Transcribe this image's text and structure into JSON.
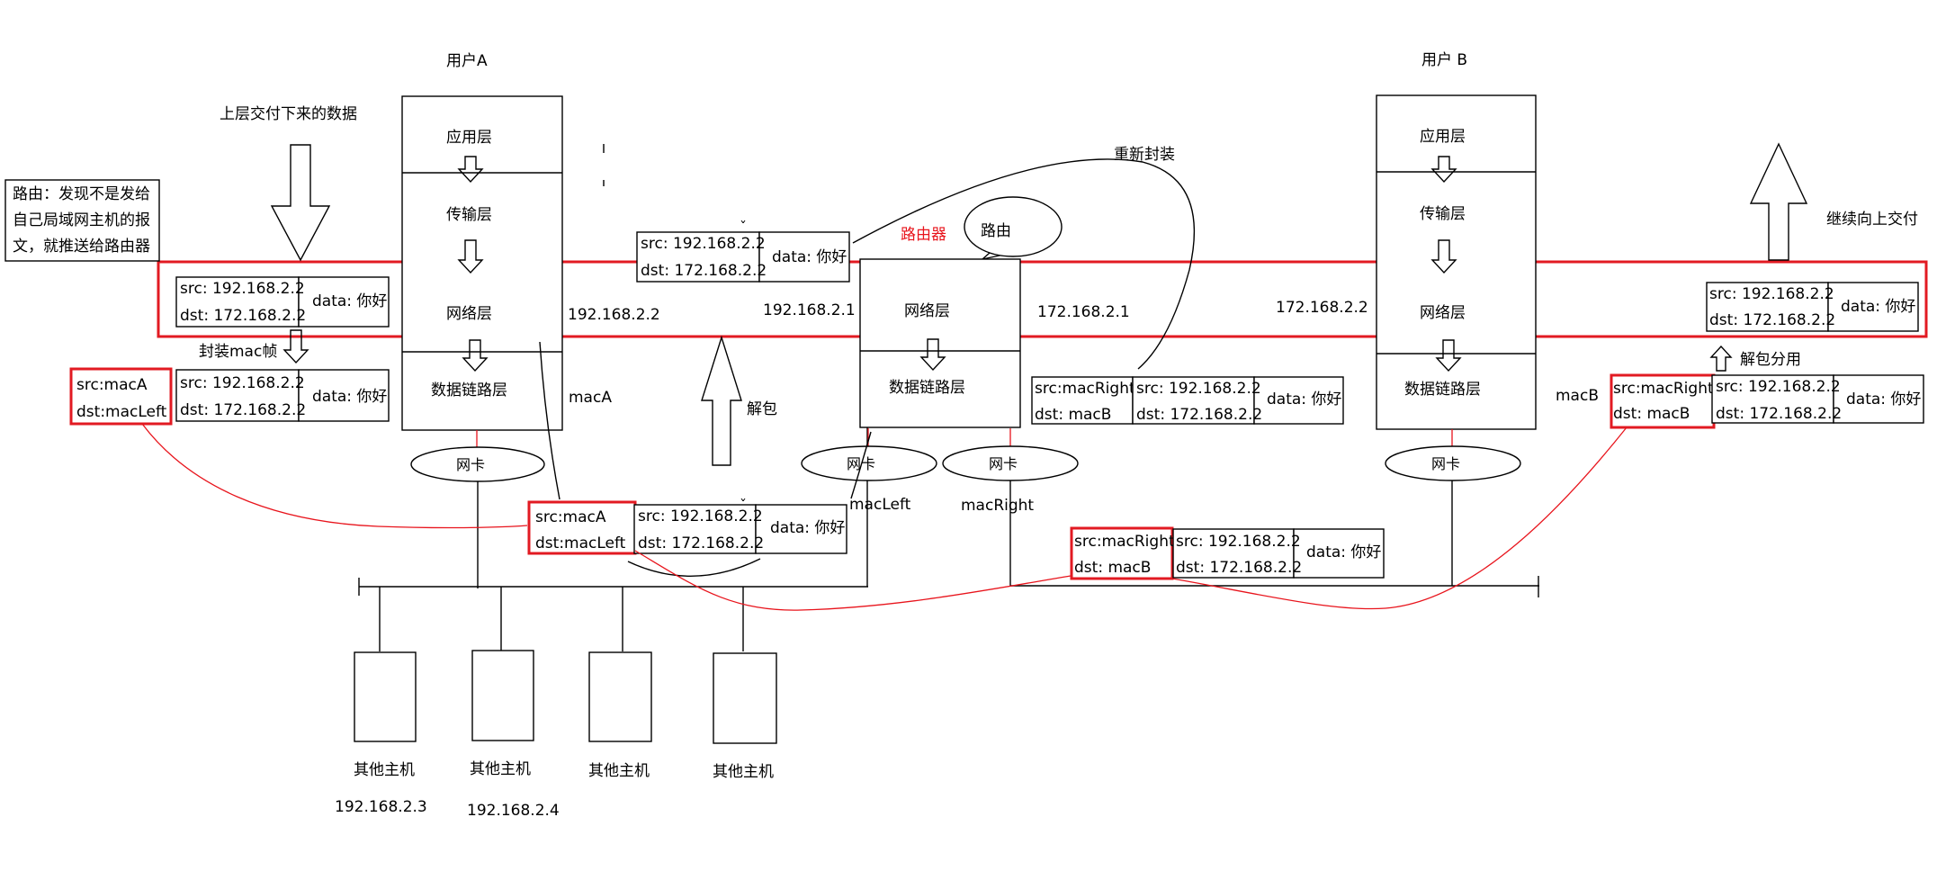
{
  "user_a": {
    "title": "用户A",
    "layers": {
      "app": "应用层",
      "transport": "传输层",
      "network": "网络层",
      "datalink": "数据链路层"
    },
    "ip": "192.168.2.2",
    "mac": "macA",
    "nic": "网卡"
  },
  "user_b": {
    "title": "用户 B",
    "layers": {
      "app": "应用层",
      "transport": "传输层",
      "network": "网络层",
      "datalink": "数据链路层"
    },
    "ip": "172.168.2.2",
    "mac": "macB",
    "nic": "网卡"
  },
  "router": {
    "label": "路由器",
    "bubble": "路由",
    "layers": {
      "network": "网络层",
      "datalink": "数据链路层"
    },
    "left_ip": "192.168.2.1",
    "right_ip": "172.168.2.1",
    "left_nic": "网卡",
    "right_nic": "网卡",
    "left_mac": "macLeft",
    "right_mac": "macRight"
  },
  "notes": {
    "upper_data": "上层交付下来的数据",
    "routing_note": [
      "路由：发现不是发给",
      "自己局域网主机的报",
      "文，就推送给路由器"
    ],
    "encap_mac": "封装mac帧",
    "unpack": "解包",
    "reencap": "重新封装",
    "unpack_distribute": "解包分用",
    "deliver_up": "继续向上交付"
  },
  "ip_packet": {
    "src": "src: 192.168.2.2",
    "dst": "dst: 172.168.2.2",
    "data": "data: 你好"
  },
  "frame_a": {
    "src": "src:macA",
    "dst": "dst:macLeft"
  },
  "frame_b": {
    "src": "src:macRight",
    "dst": "dst: macB"
  },
  "other_hosts": [
    {
      "name": "其他主机",
      "ip": "192.168.2.3"
    },
    {
      "name": "其他主机",
      "ip": "192.168.2.4"
    },
    {
      "name": "其他主机",
      "ip": ""
    },
    {
      "name": "其他主机",
      "ip": ""
    }
  ]
}
